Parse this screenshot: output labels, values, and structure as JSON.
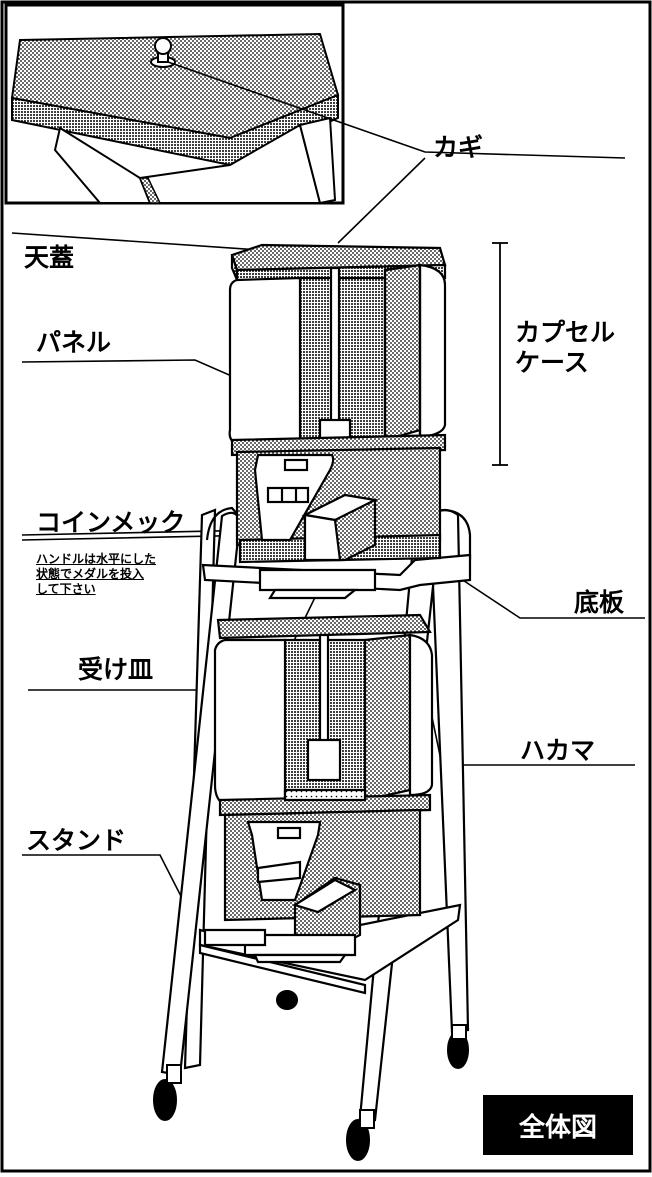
{
  "labels": {
    "key": "カギ",
    "top_lid": "天蓋",
    "panel": "パネル",
    "capsule_case_line1": "カプセル",
    "capsule_case_line2": "ケース",
    "coin_mech": "コインメック",
    "base_plate": "底板",
    "tray": "受け皿",
    "skirt": "ハカマ",
    "stand": "スタンド"
  },
  "note": {
    "line1": "ハンドルは水平にした",
    "line2": "状態でメダルを投入",
    "line3": "して下さい"
  },
  "badge": "全体図",
  "colors": {
    "ink": "#000000",
    "paper": "#ffffff",
    "dot_tone": "#8c8c8c"
  }
}
